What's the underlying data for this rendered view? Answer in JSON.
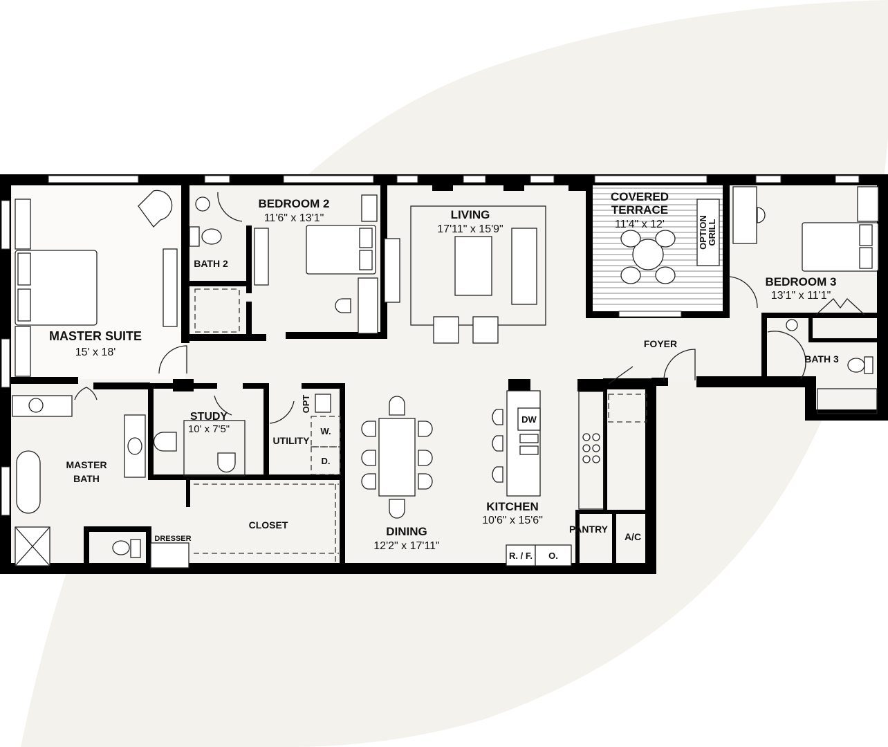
{
  "colors": {
    "background": "#ffffff",
    "leaf": "#f4f2ed",
    "walls": "#000000"
  },
  "rooms": {
    "master_suite": {
      "name": "MASTER SUITE",
      "dims": "15' x 18'"
    },
    "bedroom2": {
      "name": "BEDROOM 2",
      "dims": "11'6\" x 13'1\""
    },
    "bath2": {
      "name": "BATH 2"
    },
    "living": {
      "name": "LIVING",
      "dims": "17'11\" x 15'9\""
    },
    "terrace": {
      "name_line1": "COVERED",
      "name_line2": "TERRACE",
      "dims": "11'4\" x 12'"
    },
    "option_grill": {
      "line1": "OPTION",
      "line2": "GRILL"
    },
    "bedroom3": {
      "name": "BEDROOM 3",
      "dims": "13'1\" x 11'1\""
    },
    "bath3": {
      "name": "BATH 3"
    },
    "foyer": {
      "name": "FOYER"
    },
    "study": {
      "name": "STUDY",
      "dims": "10' x 7'5\""
    },
    "utility": {
      "name": "UTILITY"
    },
    "master_bath": {
      "name_line1": "MASTER",
      "name_line2": "BATH"
    },
    "closet": {
      "name": "CLOSET"
    },
    "dresser": {
      "name": "DRESSER"
    },
    "dining": {
      "name": "DINING",
      "dims": "12'2\" x 17'11\""
    },
    "kitchen": {
      "name": "KITCHEN",
      "dims": "10'6\" x 15'6\""
    },
    "pantry": {
      "name": "PANTRY"
    },
    "ac": {
      "name": "A/C"
    }
  },
  "fixtures": {
    "dishwasher": "DW",
    "washer": "W.",
    "dryer": "D.",
    "opt": "OPT",
    "fridge": "R. / F.",
    "oven": "O."
  }
}
